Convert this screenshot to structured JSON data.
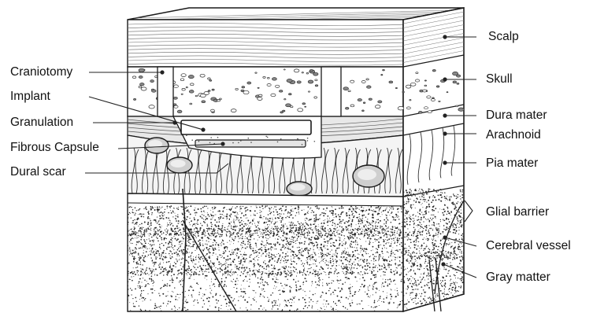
{
  "diagram": {
    "left_labels": [
      {
        "key": "craniotomy",
        "text": "Craniotomy"
      },
      {
        "key": "implant",
        "text": "Implant"
      },
      {
        "key": "granulation",
        "text": "Granulation"
      },
      {
        "key": "fibrous_capsule",
        "text": "Fibrous Capsule"
      },
      {
        "key": "dural_scar",
        "text": "Dural scar"
      }
    ],
    "right_labels": [
      {
        "key": "scalp",
        "text": "Scalp"
      },
      {
        "key": "skull",
        "text": "Skull"
      },
      {
        "key": "dura_mater",
        "text": "Dura mater"
      },
      {
        "key": "arachnoid",
        "text": "Arachnoid"
      },
      {
        "key": "pia_mater",
        "text": "Pia mater"
      },
      {
        "key": "glial_barrier",
        "text": "Glial barrier"
      },
      {
        "key": "cerebral_vessel",
        "text": "Cerebral vessel"
      },
      {
        "key": "gray_matter",
        "text": "Gray matter"
      }
    ]
  },
  "colors": {
    "stroke": "#1a1a1a",
    "leader": "#222222",
    "dura_fill": "#e8e8e8",
    "bone_fill": "#ffffff",
    "pia_fill": "#dcdcdc",
    "brain_fill": "#ffffff",
    "stipple": "#2a2a2a"
  },
  "icons": {
    "label_dot": "filled-circle"
  }
}
